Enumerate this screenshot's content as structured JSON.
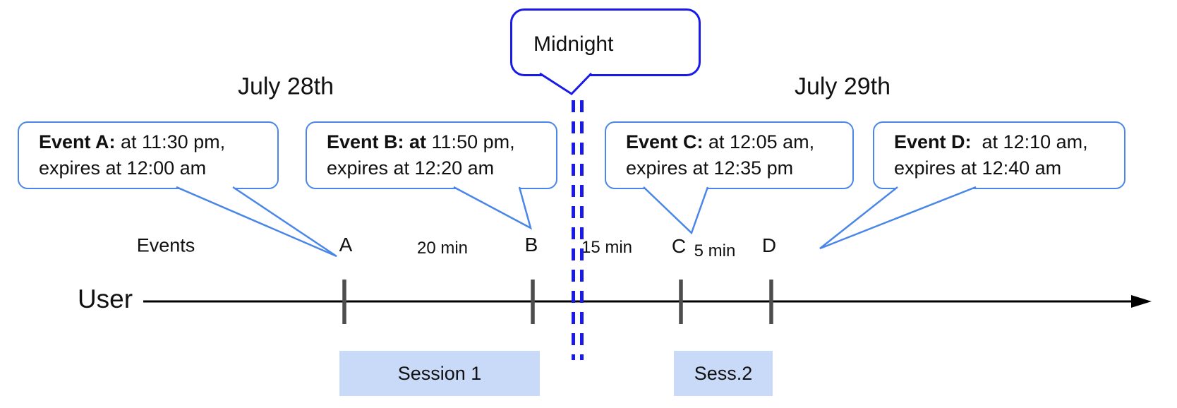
{
  "dates": {
    "left": "July 28th",
    "right": "July 29th"
  },
  "midnight": {
    "label": "Midnight"
  },
  "events": [
    {
      "id": "A",
      "title": "Event A:",
      "time": " at 11:30 pm,",
      "expiry": "expires at 12:00 am"
    },
    {
      "id": "B",
      "title": "Event B: at",
      "time": " 11:50 pm,",
      "expiry": "expires at 12:20 am"
    },
    {
      "id": "C",
      "title": "Event C:",
      "time": " at 12:05 am,",
      "expiry": "expires at 12:35 pm"
    },
    {
      "id": "D",
      "title": "Event D:",
      "time": "  at 12:10 am,",
      "expiry": "expires at 12:40 am"
    }
  ],
  "timeline": {
    "row_label": "Events",
    "axis_label": "User",
    "ticks": [
      "A",
      "B",
      "C",
      "D"
    ],
    "intervals": [
      "20 min",
      "15 min",
      "5 min"
    ]
  },
  "sessions": [
    {
      "label": "Session 1"
    },
    {
      "label": "Sess.2"
    }
  ],
  "colors": {
    "callout_border": "#4a86e8",
    "midnight_blue": "#1a1ae8",
    "session_fill": "#c9daf8",
    "tick_gray": "#4d4d4d"
  }
}
